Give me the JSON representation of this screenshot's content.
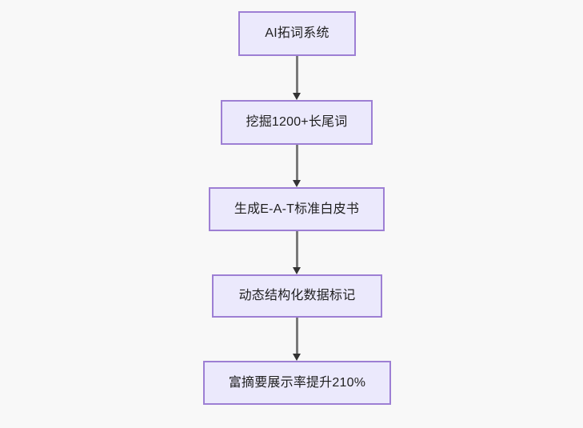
{
  "diagram": {
    "type": "flowchart",
    "direction": "top-to-bottom",
    "background_color": "#f8f8f8",
    "node_fill_color": "#ebe9fc",
    "node_border_color": "#9d7fd4",
    "edge_color": "#7a7a7a",
    "arrowhead_color": "#333333",
    "text_color": "#1f1f1f",
    "nodes": [
      {
        "id": "n1",
        "label": "AI拓词系统"
      },
      {
        "id": "n2",
        "label": "挖掘1200+长尾词"
      },
      {
        "id": "n3",
        "label": "生成E-A-T标准白皮书"
      },
      {
        "id": "n4",
        "label": "动态结构化数据标记"
      },
      {
        "id": "n5",
        "label": "富摘要展示率提升210%"
      }
    ],
    "edges": [
      {
        "id": "e1",
        "from": "n1",
        "to": "n2",
        "label": ""
      },
      {
        "id": "e2",
        "from": "n2",
        "to": "n3",
        "label": ""
      },
      {
        "id": "e3",
        "from": "n3",
        "to": "n4",
        "label": ""
      },
      {
        "id": "e4",
        "from": "n4",
        "to": "n5",
        "label": ""
      }
    ]
  }
}
